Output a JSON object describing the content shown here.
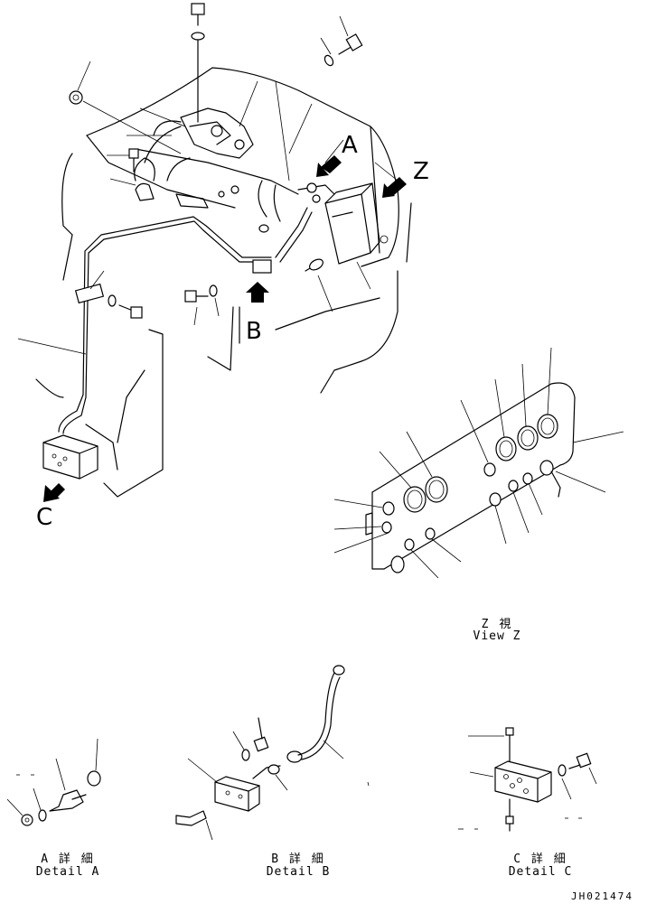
{
  "view_labels": {
    "A": "A",
    "Z": "Z",
    "B": "B",
    "C": "C"
  },
  "captions": {
    "view_z_jp": "Z 視",
    "view_z_en": "View Z",
    "detail_a_jp": "A 詳 細",
    "detail_a_en": "Detail A",
    "detail_b_jp": "B 詳 細",
    "detail_b_en": "Detail B",
    "detail_c_jp": "C 詳 細",
    "detail_c_en": "Detail C"
  },
  "drawing_code": "JH021474"
}
